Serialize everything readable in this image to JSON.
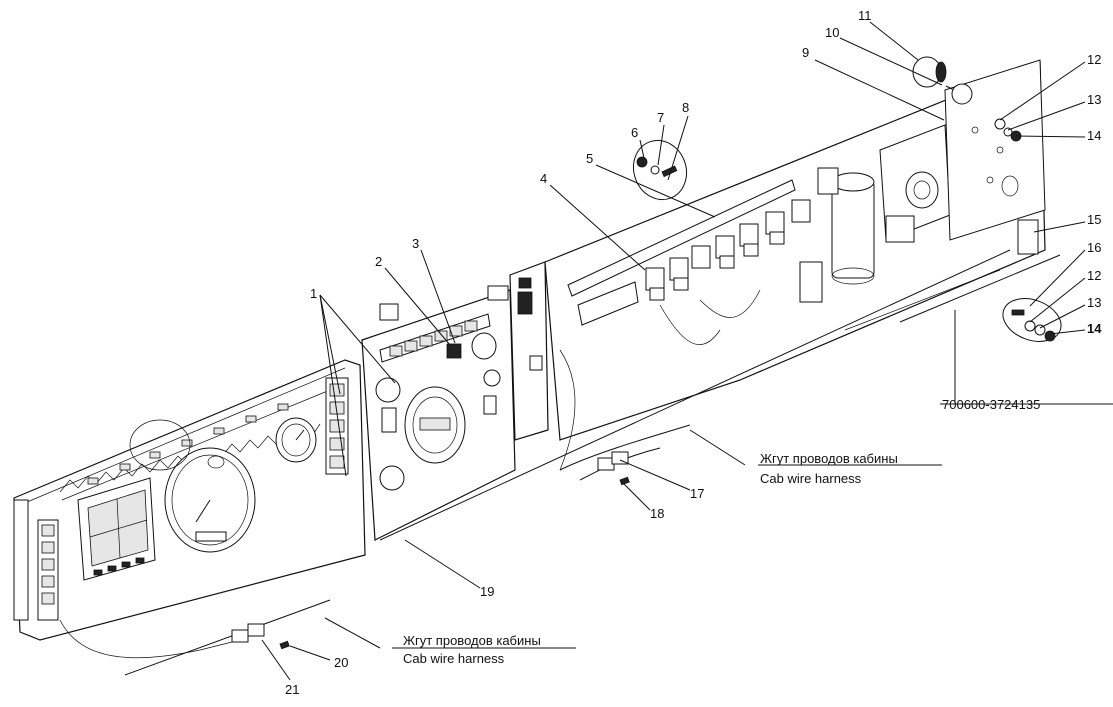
{
  "callouts": [
    {
      "n": "1"
    },
    {
      "n": "2"
    },
    {
      "n": "3"
    },
    {
      "n": "4"
    },
    {
      "n": "5"
    },
    {
      "n": "6"
    },
    {
      "n": "7"
    },
    {
      "n": "8"
    },
    {
      "n": "9"
    },
    {
      "n": "10"
    },
    {
      "n": "11"
    },
    {
      "n": "12"
    },
    {
      "n": "13"
    },
    {
      "n": "14"
    },
    {
      "n": "15"
    },
    {
      "n": "16"
    },
    {
      "n": "12"
    },
    {
      "n": "13"
    },
    {
      "n": "14"
    },
    {
      "n": "17"
    },
    {
      "n": "18"
    },
    {
      "n": "19"
    },
    {
      "n": "20"
    },
    {
      "n": "21"
    }
  ],
  "part_code": "700600-3724135",
  "harness_upper": {
    "ru": "Жгут проводов кабины",
    "en": "Cab wire harness"
  },
  "harness_lower": {
    "ru": "Жгут проводов кабины",
    "en": "Cab wire harness"
  }
}
